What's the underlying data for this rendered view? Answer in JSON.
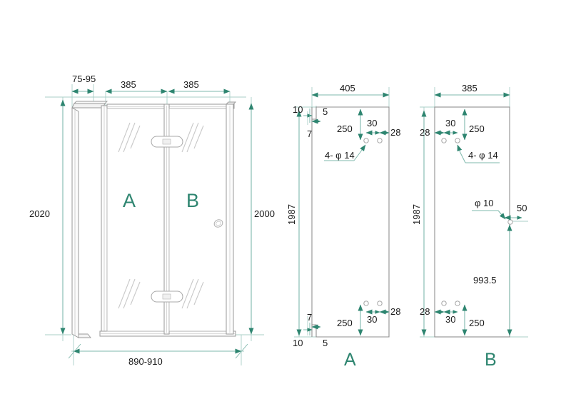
{
  "drawing": {
    "title": "Shower Door Assembly Drawing",
    "colors": {
      "dimension_line": "#7fb8ac",
      "dimension_text": "#1a1a1a",
      "panel_label": "#2e8570",
      "outline": "#8a8a8a",
      "outline_dark": "#6e6e6e",
      "background": "#ffffff"
    }
  },
  "front_view": {
    "name": "front-elevation",
    "dimensions": {
      "wall_profile_width": "75-95",
      "panel_a_width": "385",
      "panel_b_width": "385",
      "overall_height_left": "2020",
      "overall_height_right": "2000",
      "overall_width": "890-910"
    },
    "panel_labels": {
      "left": "A",
      "right": "B"
    }
  },
  "detail_a": {
    "name": "panel-a-detail",
    "label": "A",
    "dimensions": {
      "width": "405",
      "height": "1987",
      "top_notch_offset": "10",
      "top_notch_width": "5",
      "top_notch_depth": "7",
      "top_hole_vertical": "250",
      "top_hole_spacing": "30",
      "top_edge_offset": "28",
      "hole_callout": "4- φ 14",
      "bottom_notch_offset": "10",
      "bottom_notch_width": "5",
      "bottom_notch_depth": "7",
      "bottom_hole_vertical": "250",
      "bottom_hole_spacing": "30",
      "bottom_edge_offset": "28"
    }
  },
  "detail_b": {
    "name": "panel-b-detail",
    "label": "B",
    "dimensions": {
      "width": "385",
      "height": "1987",
      "top_edge_offset": "28",
      "top_hole_spacing": "30",
      "top_hole_vertical": "250",
      "hole_callout": "4- φ 14",
      "mid_hole_callout": "φ 10",
      "mid_hole_edge_offset": "50",
      "mid_hole_height": "993.5",
      "bottom_edge_offset": "28",
      "bottom_hole_spacing": "30",
      "bottom_hole_vertical": "250"
    }
  }
}
